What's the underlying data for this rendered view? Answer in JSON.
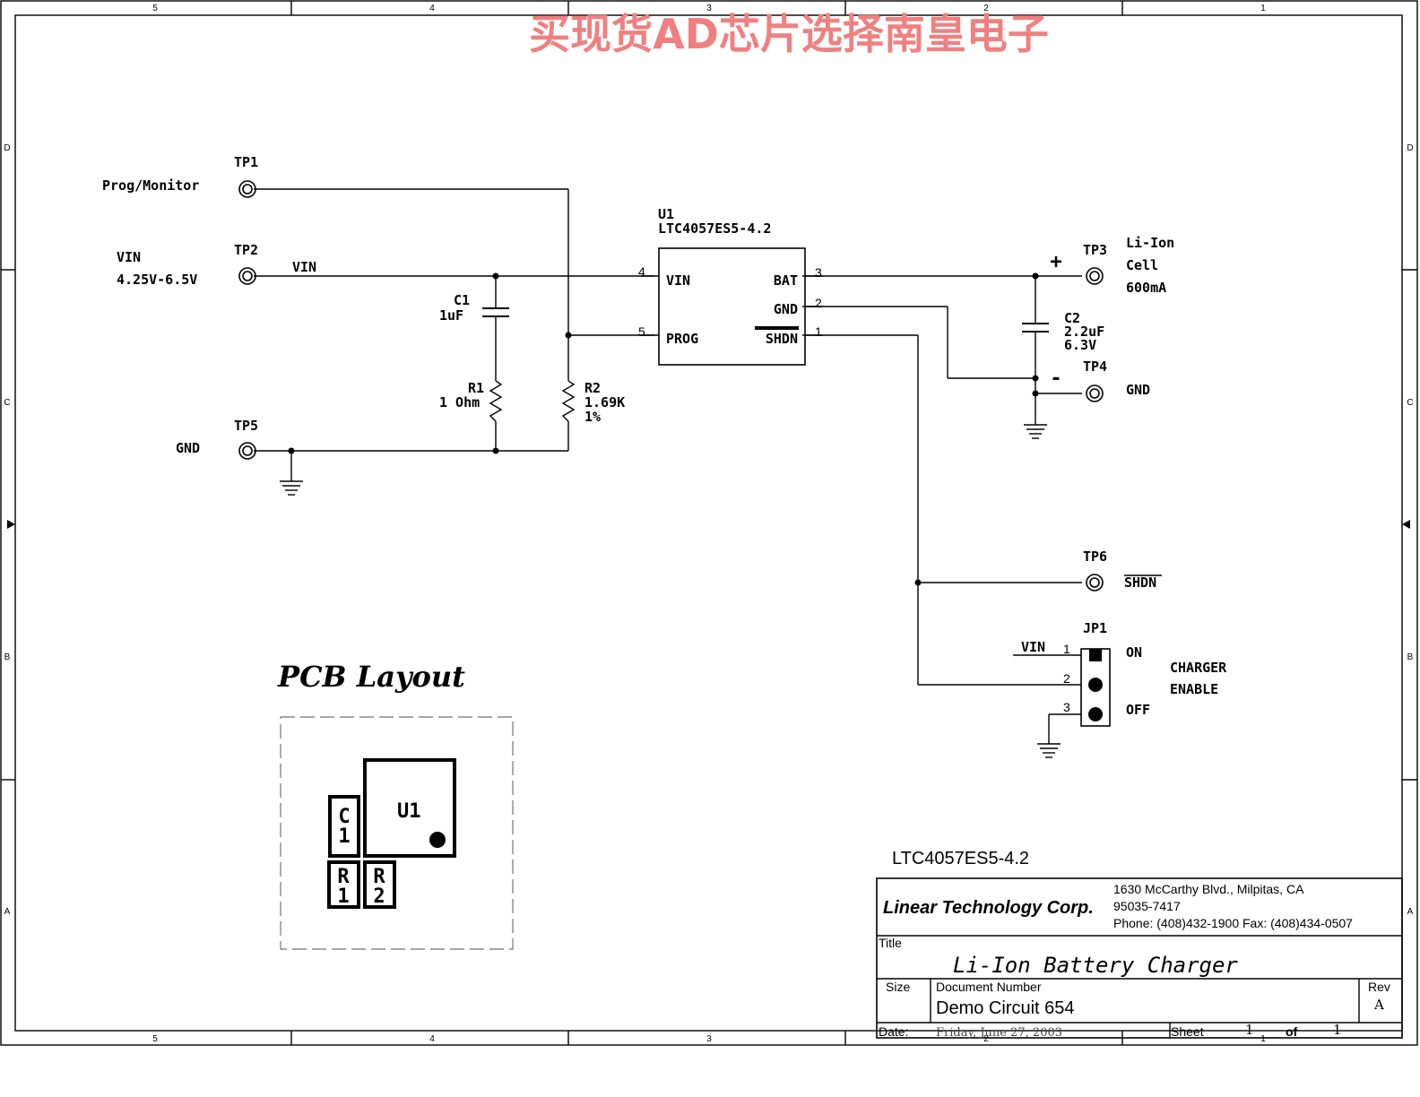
{
  "watermark": "买现货AD芯片选择南皇电子",
  "colors": {
    "watermark": "#f08080",
    "ink": "#000000",
    "background": "#ffffff"
  },
  "border": {
    "columns": [
      "5",
      "4",
      "3",
      "2",
      "1"
    ],
    "rows": [
      "D",
      "C",
      "B",
      "A"
    ]
  },
  "u1": {
    "ref": "U1",
    "part": "LTC4057ES5-4.2",
    "pins": {
      "vin": "VIN",
      "prog": "PROG",
      "bat": "BAT",
      "gnd": "GND",
      "shdn": "SHDN"
    },
    "pin_numbers": {
      "vin": "4",
      "prog": "5",
      "bat": "3",
      "gnd": "2",
      "shdn": "1"
    }
  },
  "testpoints": {
    "tp1": {
      "ref": "TP1",
      "label": "Prog/Monitor"
    },
    "tp2": {
      "ref": "TP2",
      "label1": "VIN",
      "label2": "4.25V-6.5V"
    },
    "tp3": {
      "ref": "TP3",
      "label1": "Li-Ion",
      "label2": "Cell",
      "label3": "600mA"
    },
    "tp4": {
      "ref": "TP4",
      "label": "GND"
    },
    "tp5": {
      "ref": "TP5",
      "label": "GND"
    },
    "tp6": {
      "ref": "TP6",
      "label": "SHDN"
    }
  },
  "nets": {
    "vin": "VIN",
    "jp_vin": "VIN"
  },
  "polarity": {
    "plus": "+",
    "minus": "-"
  },
  "components": {
    "c1": {
      "ref": "C1",
      "value": "1uF"
    },
    "c2": {
      "ref": "C2",
      "value": "2.2uF",
      "rating": "6.3V"
    },
    "r1": {
      "ref": "R1",
      "value": "1 Ohm"
    },
    "r2": {
      "ref": "R2",
      "value": "1.69K",
      "tolerance": "1%"
    }
  },
  "jp1": {
    "ref": "JP1",
    "pins": [
      "1",
      "2",
      "3"
    ],
    "on": "ON",
    "off": "OFF",
    "func1": "CHARGER",
    "func2": "ENABLE"
  },
  "pcb": {
    "title": "PCB Layout",
    "u1": "U1",
    "c1": [
      "C",
      "1"
    ],
    "r1": [
      "R",
      "1"
    ],
    "r2": [
      "R",
      "2"
    ]
  },
  "title_block": {
    "part": "LTC4057ES5-4.2",
    "company": "Linear Technology Corp.",
    "address1": "1630 McCarthy Blvd., Milpitas, CA",
    "address2": "95035-7417",
    "phone": "Phone: (408)432-1900 Fax: (408)434-0507",
    "title_label": "Title",
    "title": "Li-Ion Battery Charger",
    "size_label": "Size",
    "docnum_label": "Document Number",
    "docnum": "Demo Circuit 654",
    "rev_label": "Rev",
    "rev": "A",
    "date_label": "Date:",
    "date": "Friday, June 27, 2003",
    "sheet_label": "Sheet",
    "sheet": "1",
    "of_label": "of",
    "of": "1"
  }
}
